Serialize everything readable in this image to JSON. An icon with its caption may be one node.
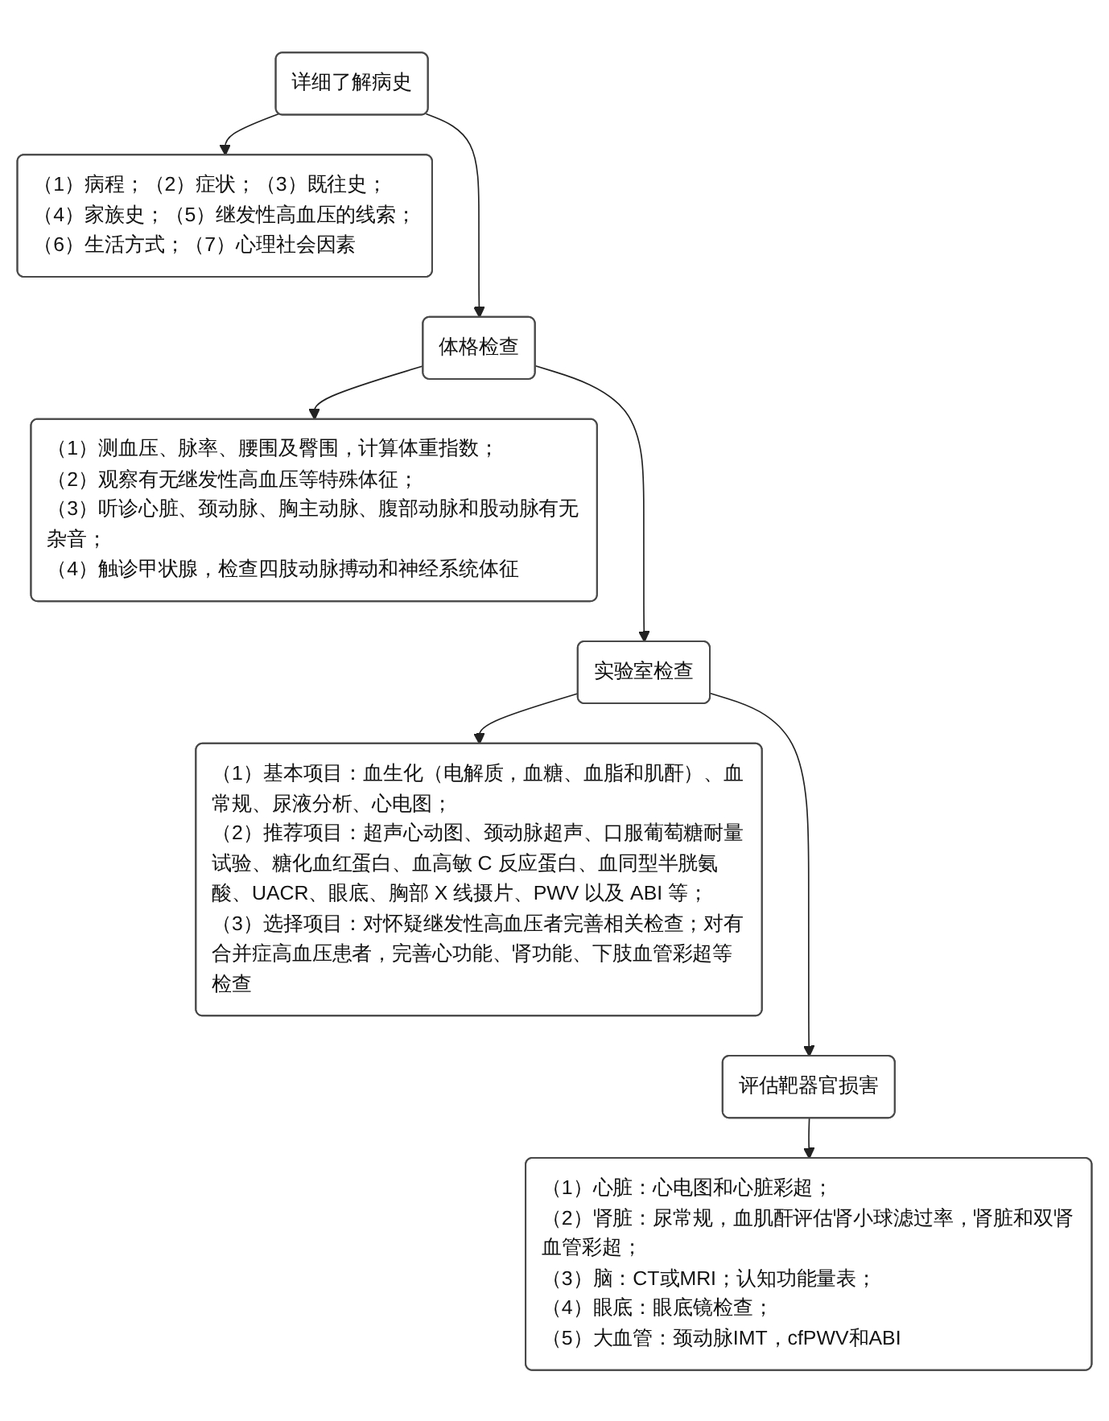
{
  "diagram": {
    "nodes": [
      {
        "text": [
          "详细了解病史"
        ]
      },
      {
        "text": [
          "（1）病程；（2）症状；（3）既往史；",
          "（4）家族史；（5）继发性高血压的线索；",
          "（6）生活方式；（7）心理社会因素"
        ]
      },
      {
        "text": [
          "体格检查"
        ]
      },
      {
        "text": [
          "（1）测血压、脉率、腰围及臀围，计算体重指数；",
          "（2）观察有无继发性高血压等特殊体征；",
          "（3）听诊心脏、颈动脉、胸主动脉、腹部动脉和股动脉有无杂音；",
          "（4）触诊甲状腺，检查四肢动脉搏动和神经系统体征"
        ]
      },
      {
        "text": [
          "实验室检查"
        ]
      },
      {
        "text": [
          "（1）基本项目：血生化（电解质，血糖、血脂和肌酐）、血常规、尿液分析、心电图；",
          "（2）推荐项目：超声心动图、颈动脉超声、口服葡萄糖耐量试验、糖化血红蛋白、血高敏 C 反应蛋白、血同型半胱氨酸、UACR、眼底、胸部 X 线摄片、PWV 以及 ABI 等；",
          "（3）选择项目：对怀疑继发性高血压者完善相关检查；对有合并症高血压患者，完善心功能、肾功能、下肢血管彩超等检查"
        ]
      },
      {
        "text": [
          "评估靶器官损害"
        ]
      },
      {
        "text": [
          "（1）心脏：心电图和心脏彩超；",
          "（2）肾脏：尿常规，血肌酐评估肾小球滤过率，肾脏和双肾血管彩超；",
          "（3）脑：CT或MRI；认知功能量表；",
          "（4）眼底：眼底镜检查；",
          "（5）大血管：颈动脉IMT，cfPWV和ABI"
        ]
      }
    ],
    "edges": [
      {
        "from": 0,
        "to": 1,
        "arrow": "to"
      },
      {
        "from": 0,
        "to": 2,
        "arrow": "to"
      },
      {
        "from": 2,
        "to": 3,
        "arrow": "to"
      },
      {
        "from": 2,
        "to": 4,
        "arrow": "to"
      },
      {
        "from": 4,
        "to": 5,
        "arrow": "to"
      },
      {
        "from": 4,
        "to": 6,
        "arrow": "to"
      },
      {
        "from": 6,
        "to": 7,
        "arrow": "to"
      }
    ]
  }
}
